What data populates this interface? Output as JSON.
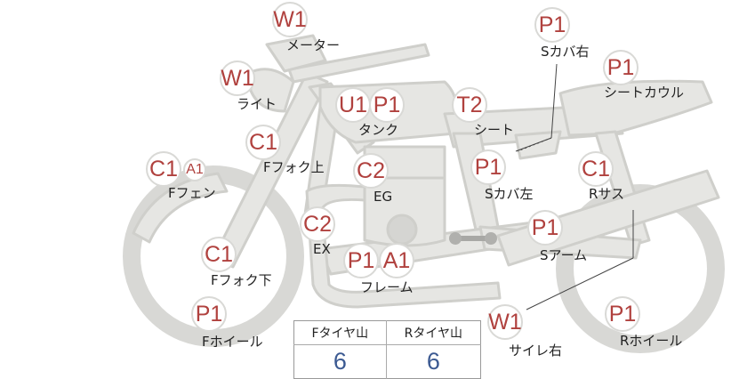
{
  "parts": [
    {
      "id": "meter",
      "label": "メーター",
      "codes": [
        "W1"
      ]
    },
    {
      "id": "light",
      "label": "ライト",
      "codes": [
        "W1"
      ]
    },
    {
      "id": "tank",
      "label": "タンク",
      "codes": [
        "U1",
        "P1"
      ]
    },
    {
      "id": "seat",
      "label": "シート",
      "codes": [
        "T2"
      ]
    },
    {
      "id": "s-cover-right",
      "label": "Sカバ右",
      "codes": [
        "P1"
      ]
    },
    {
      "id": "seat-cowl",
      "label": "シートカウル",
      "codes": [
        "P1"
      ]
    },
    {
      "id": "f-fork-upper",
      "label": "Fフォク上",
      "codes": [
        "C1"
      ]
    },
    {
      "id": "f-fender",
      "label": "Fフェン",
      "codes": [
        "C1",
        "A1"
      ]
    },
    {
      "id": "engine",
      "label": "EG",
      "codes": [
        "C2"
      ]
    },
    {
      "id": "s-cover-left",
      "label": "Sカバ左",
      "codes": [
        "P1"
      ]
    },
    {
      "id": "r-suspension",
      "label": "Rサス",
      "codes": [
        "C1"
      ]
    },
    {
      "id": "exhaust",
      "label": "EX",
      "codes": [
        "C2"
      ]
    },
    {
      "id": "f-fork-lower",
      "label": "Fフォク下",
      "codes": [
        "C1"
      ]
    },
    {
      "id": "frame",
      "label": "フレーム",
      "codes": [
        "P1",
        "A1"
      ]
    },
    {
      "id": "swingarm",
      "label": "Sアーム",
      "codes": [
        "P1"
      ]
    },
    {
      "id": "f-wheel",
      "label": "Fホイール",
      "codes": [
        "P1"
      ]
    },
    {
      "id": "silencer-right",
      "label": "サイレ右",
      "codes": [
        "W1"
      ]
    },
    {
      "id": "r-wheel",
      "label": "Rホイール",
      "codes": [
        "P1"
      ]
    }
  ],
  "tread": {
    "headers": [
      "Fタイヤ山",
      "Rタイヤ山"
    ],
    "values": [
      "6",
      "6"
    ]
  }
}
